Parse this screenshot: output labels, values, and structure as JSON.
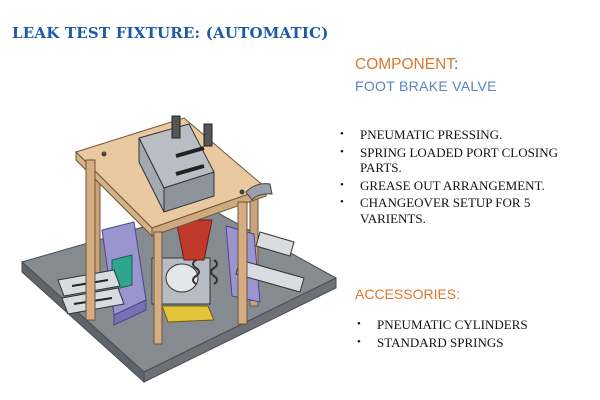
{
  "title": "LEAK TEST FIXTURE: (AUTOMATIC)",
  "component": {
    "heading": "COMPONENT",
    "colon": ":",
    "name": "FOOT BRAKE VALVE"
  },
  "features": [
    "PNEUMATIC PRESSING.",
    "SPRING LOADED PORT CLOSING PARTS.",
    "GREASE OUT ARRANGEMENT.",
    "CHANGEOVER SETUP FOR 5 VARIENTS."
  ],
  "accessories": {
    "heading": "ACCESSORIES:",
    "items": [
      "PNEUMATIC CYLINDERS",
      "STANDARD SPRINGS"
    ]
  },
  "colors": {
    "title_blue": "#1a5aa8",
    "heading_orange": "#d9782d",
    "component_blue": "#5b84c4",
    "plate_tan": "#e9c9a0",
    "base_grey": "#7a7f86",
    "bracket_purple": "#9b95cf"
  }
}
